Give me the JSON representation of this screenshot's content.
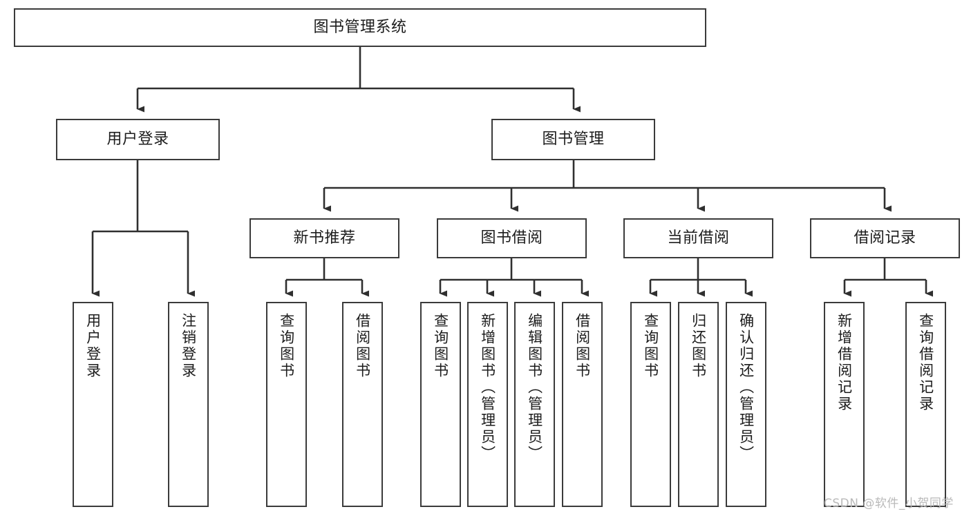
{
  "diagram": {
    "type": "tree-hierarchy-functional-decomposition",
    "title": "图书管理系统",
    "watermark": "CSDN @软件_小贺同学",
    "colors": {
      "box_border": "#3a3a3a",
      "connector": "#2f2f2f",
      "background": "#ffffff",
      "text": "#1c1c1c",
      "watermark": "#b9b9b9"
    },
    "levels": {
      "root": {
        "label": "图书管理系统"
      },
      "level2": [
        {
          "label": "用户登录"
        },
        {
          "label": "图书管理"
        }
      ],
      "level3": [
        {
          "label": "新书推荐"
        },
        {
          "label": "图书借阅"
        },
        {
          "label": "当前借阅"
        },
        {
          "label": "借阅记录"
        }
      ],
      "leaves": {
        "user_login": [
          {
            "label": "用户登录"
          },
          {
            "label": "注销登录"
          }
        ],
        "new_book_recommend": [
          {
            "label": "查询图书"
          },
          {
            "label": "借阅图书"
          }
        ],
        "book_borrow": [
          {
            "label": "查询图书"
          },
          {
            "label": "新增图书（管理员）"
          },
          {
            "label": "编辑图书（管理员）"
          },
          {
            "label": "借阅图书"
          }
        ],
        "current_borrow": [
          {
            "label": "查询图书"
          },
          {
            "label": "归还图书"
          },
          {
            "label": "确认归还（管理员）"
          }
        ],
        "borrow_record": [
          {
            "label": "新增借阅记录"
          },
          {
            "label": "查询借阅记录"
          }
        ]
      }
    }
  }
}
